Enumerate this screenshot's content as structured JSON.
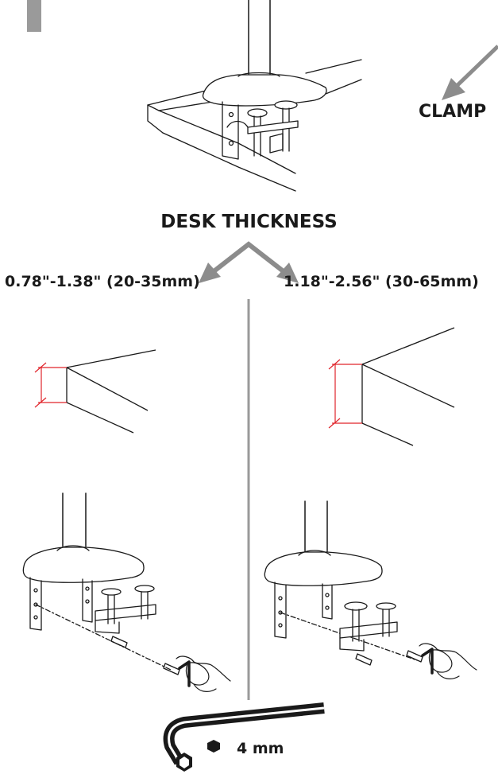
{
  "labels": {
    "clamp": "CLAMP",
    "desk_thickness": "DESK THICKNESS",
    "range_left": "0.78\"-1.38\" (20-35mm)",
    "range_right": "1.18\"-2.56\" (30-65mm)",
    "hex_key_size": "4 mm"
  },
  "colors": {
    "ink": "#1a1a1a",
    "arrow_gray": "#8c8c8c",
    "bar_gray": "#9a9a9a",
    "measure_red": "#e0242b"
  },
  "icons": [
    "clamp-assembly-illustration",
    "arrow-icon",
    "desk-edge-illustration",
    "hex-key-icon",
    "hexagon-icon",
    "hand-icon"
  ]
}
